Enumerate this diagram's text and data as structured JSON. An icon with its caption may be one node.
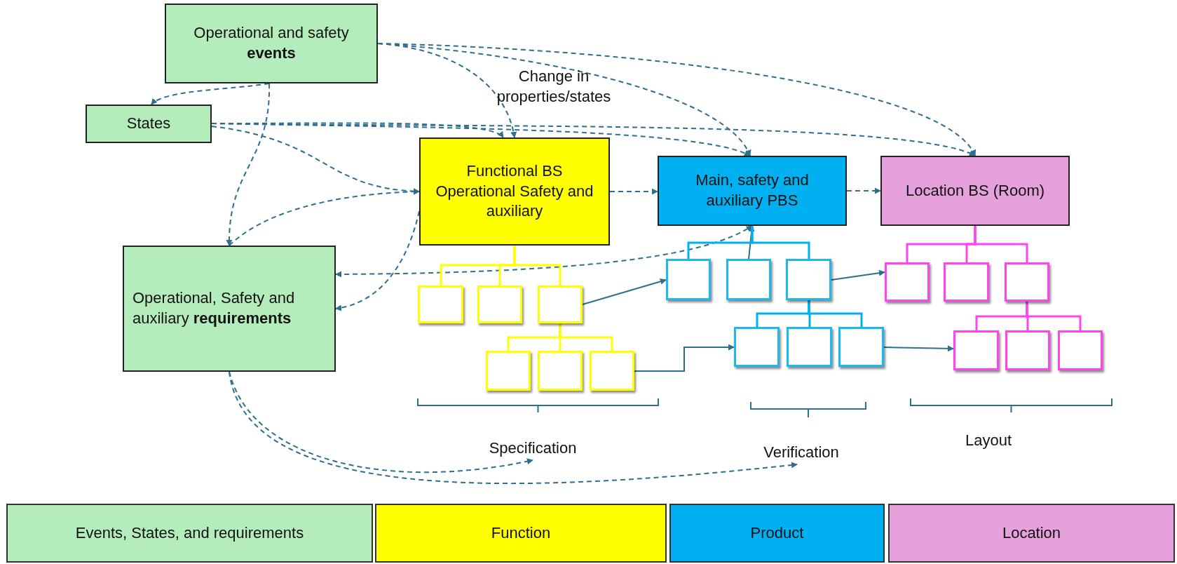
{
  "diagram": {
    "nodes": [
      {
        "text": [
          "Operational and safety **events**"
        ]
      },
      {
        "text": [
          "States"
        ]
      },
      {
        "text": [
          "Operational, Safety and auxiliary **requirements**"
        ]
      },
      {
        "text": [
          "Functional BS Operational Safety and auxiliary"
        ]
      },
      {
        "text": [
          "Main, safety and auxiliary PBS"
        ]
      },
      {
        "text": [
          "Location BS (Room)"
        ]
      },
      {
        "text": [],
        "shape": "box"
      },
      {
        "text": [],
        "shape": "box"
      },
      {
        "text": [],
        "shape": "box"
      },
      {
        "text": [],
        "shape": "box"
      },
      {
        "text": [],
        "shape": "box"
      },
      {
        "text": [],
        "shape": "box"
      },
      {
        "text": [],
        "shape": "box"
      },
      {
        "text": [],
        "shape": "box"
      },
      {
        "text": [],
        "shape": "box"
      },
      {
        "text": [],
        "shape": "box"
      },
      {
        "text": [],
        "shape": "box"
      },
      {
        "text": [],
        "shape": "box"
      },
      {
        "text": [],
        "shape": "box"
      },
      {
        "text": [],
        "shape": "box"
      },
      {
        "text": [],
        "shape": "box"
      },
      {
        "text": [],
        "shape": "box"
      },
      {
        "text": [],
        "shape": "box"
      },
      {
        "text": [],
        "shape": "box"
      },
      {
        "text": [
          "Specification"
        ]
      },
      {
        "text": [
          "Verification"
        ]
      }
    ],
    "edges": [
      {
        "from": 0,
        "to": 1,
        "arrow": "to",
        "style": "dashed"
      },
      {
        "from": 0,
        "to": 2,
        "arrow": "to",
        "style": "dashed"
      },
      {
        "from": 0,
        "to": 3,
        "arrow": "to",
        "style": "dashed"
      },
      {
        "from": 0,
        "to": 4,
        "arrow": "to",
        "style": "dashed"
      },
      {
        "from": 0,
        "to": 5,
        "arrow": "to",
        "style": "dashed"
      },
      {
        "from": 1,
        "to": 3,
        "arrow": "to",
        "style": "dashed"
      },
      {
        "from": 1,
        "to": 4,
        "arrow": "to",
        "style": "dashed"
      },
      {
        "from": 1,
        "to": 5,
        "arrow": "to",
        "style": "dashed"
      },
      {
        "from": 1,
        "to": 3,
        "arrow": "to",
        "style": "dashed"
      },
      {
        "from": 2,
        "to": 3,
        "arrow": "to",
        "style": "dashed"
      },
      {
        "from": 3,
        "to": 2,
        "arrow": "to",
        "style": "dashed"
      },
      {
        "from": 2,
        "to": 4,
        "arrow": "both",
        "style": "dashed"
      },
      {
        "from": 3,
        "to": 4,
        "arrow": "to",
        "style": "dashed"
      },
      {
        "from": 4,
        "to": 5,
        "arrow": "to",
        "style": "dashed"
      },
      {
        "from": 2,
        "to": 24,
        "arrow": "to",
        "style": "dashed"
      },
      {
        "from": 2,
        "to": 25,
        "arrow": "to",
        "style": "dashed"
      },
      {
        "from": 8,
        "to": 12,
        "arrow": "to"
      },
      {
        "from": 13,
        "to": 4,
        "arrow": "to"
      },
      {
        "from": 14,
        "to": 18,
        "arrow": "to"
      },
      {
        "from": 11,
        "to": 15,
        "arrow": "to"
      },
      {
        "from": 17,
        "to": 21,
        "arrow": "to"
      },
      {
        "from": 3,
        "to": 6,
        "arrow": "none",
        "color": "#ffff00"
      },
      {
        "from": 3,
        "to": 7,
        "arrow": "none",
        "color": "#ffff00"
      },
      {
        "from": 3,
        "to": 8,
        "arrow": "none",
        "color": "#ffff00"
      },
      {
        "from": 8,
        "to": 9,
        "arrow": "none",
        "color": "#ffff00"
      },
      {
        "from": 8,
        "to": 10,
        "arrow": "none",
        "color": "#ffff00"
      },
      {
        "from": 8,
        "to": 11,
        "arrow": "none",
        "color": "#ffff00"
      },
      {
        "from": 4,
        "to": 12,
        "arrow": "none",
        "color": "#00b0f0"
      },
      {
        "from": 4,
        "to": 14,
        "arrow": "none",
        "color": "#00b0f0"
      },
      {
        "from": 14,
        "to": 15,
        "arrow": "none",
        "color": "#00b0f0"
      },
      {
        "from": 14,
        "to": 16,
        "arrow": "none",
        "color": "#00b0f0"
      },
      {
        "from": 14,
        "to": 17,
        "arrow": "none",
        "color": "#00b0f0"
      },
      {
        "from": 5,
        "to": 18,
        "arrow": "none",
        "color": "#ff44ee"
      },
      {
        "from": 5,
        "to": 19,
        "arrow": "none",
        "color": "#ff44ee"
      },
      {
        "from": 5,
        "to": 20,
        "arrow": "none",
        "color": "#ff44ee"
      },
      {
        "from": 20,
        "to": 21,
        "arrow": "none",
        "color": "#ff44ee"
      },
      {
        "from": 20,
        "to": 22,
        "arrow": "none",
        "color": "#ff44ee"
      },
      {
        "from": 20,
        "to": 23,
        "arrow": "none",
        "color": "#ff44ee"
      }
    ],
    "labels": [
      "Change in properties/states",
      "Layout"
    ],
    "legend": [
      {
        "text": "Events, States, and requirements",
        "color": "#b4ecbc"
      },
      {
        "text": "Function",
        "color": "#ffff00"
      },
      {
        "text": "Product",
        "color": "#00b0f0"
      },
      {
        "text": "Location",
        "color": "#e6a0dc"
      }
    ]
  }
}
